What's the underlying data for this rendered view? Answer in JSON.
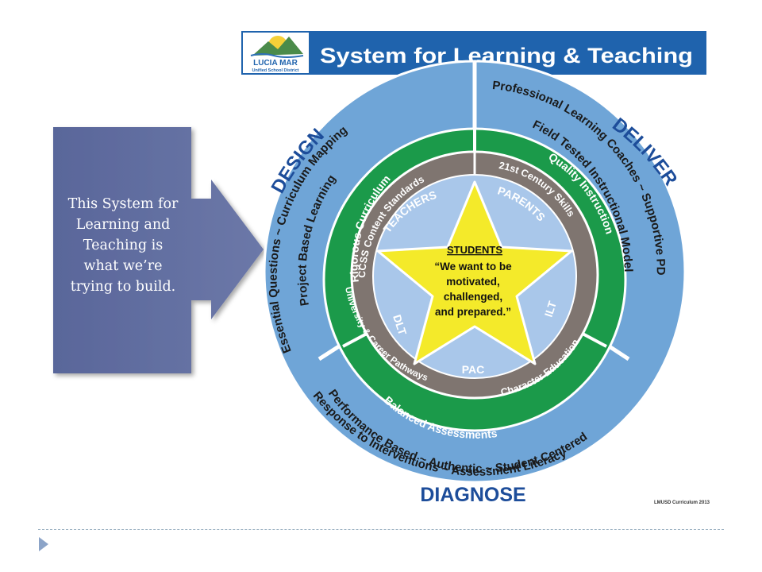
{
  "callout": {
    "text_lines": [
      "This System for",
      "Learning and",
      "Teaching is",
      "what we’re",
      "trying to build."
    ]
  },
  "banner": {
    "title": "System for Learning & Teaching",
    "logo_line1": "LUCIA MAR",
    "logo_line2": "Unified School District"
  },
  "outer_ring": {
    "design": "DESIGN",
    "deliver": "DELIVER",
    "diagnose": "DIAGNOSE",
    "design_text_outer": "Essential Questions ~ Curriculum Mapping",
    "design_text_inner": "Project Based Learning",
    "deliver_text_outer": "Professional Learning Coaches ~ Supportive PD",
    "deliver_text_inner": "Field Tested Instructional Model",
    "diagnose_text_outer": "Performance Based ~ Authentic ~ Student Centered",
    "diagnose_text_inner": "Response to Interventions ~ Assessment Literacy"
  },
  "green_ring": {
    "left": "Rigorous Curriculum",
    "right": "Quality Instruction",
    "bottom": "Balanced Assessments"
  },
  "gray_ring": {
    "ccss": "CCSS Content Standards",
    "skills": "21st Century Skills",
    "character": "Character Education",
    "pathways": "University & Career Pathways"
  },
  "star_points": {
    "teachers": "TEACHERS",
    "parents": "PARENTS",
    "dlt": "DLT",
    "ilt": "ILT",
    "pac": "PAC"
  },
  "star_center": {
    "heading": "STUDENTS",
    "quote_lines": [
      "“We want to be",
      "motivated,",
      "challenged,",
      "and prepared.”"
    ]
  },
  "credit": "LMUSD Curriculum 2013",
  "colors": {
    "outer_blue": "#6fa5d7",
    "green": "#1b9a4a",
    "gray": "#7f7570",
    "light_blue": "#a9c7ea",
    "star_yellow": "#f4ea2a",
    "banner_blue": "#1f63ad",
    "title_blue": "#1d4d9a",
    "callout_blue": "#5a689c"
  }
}
